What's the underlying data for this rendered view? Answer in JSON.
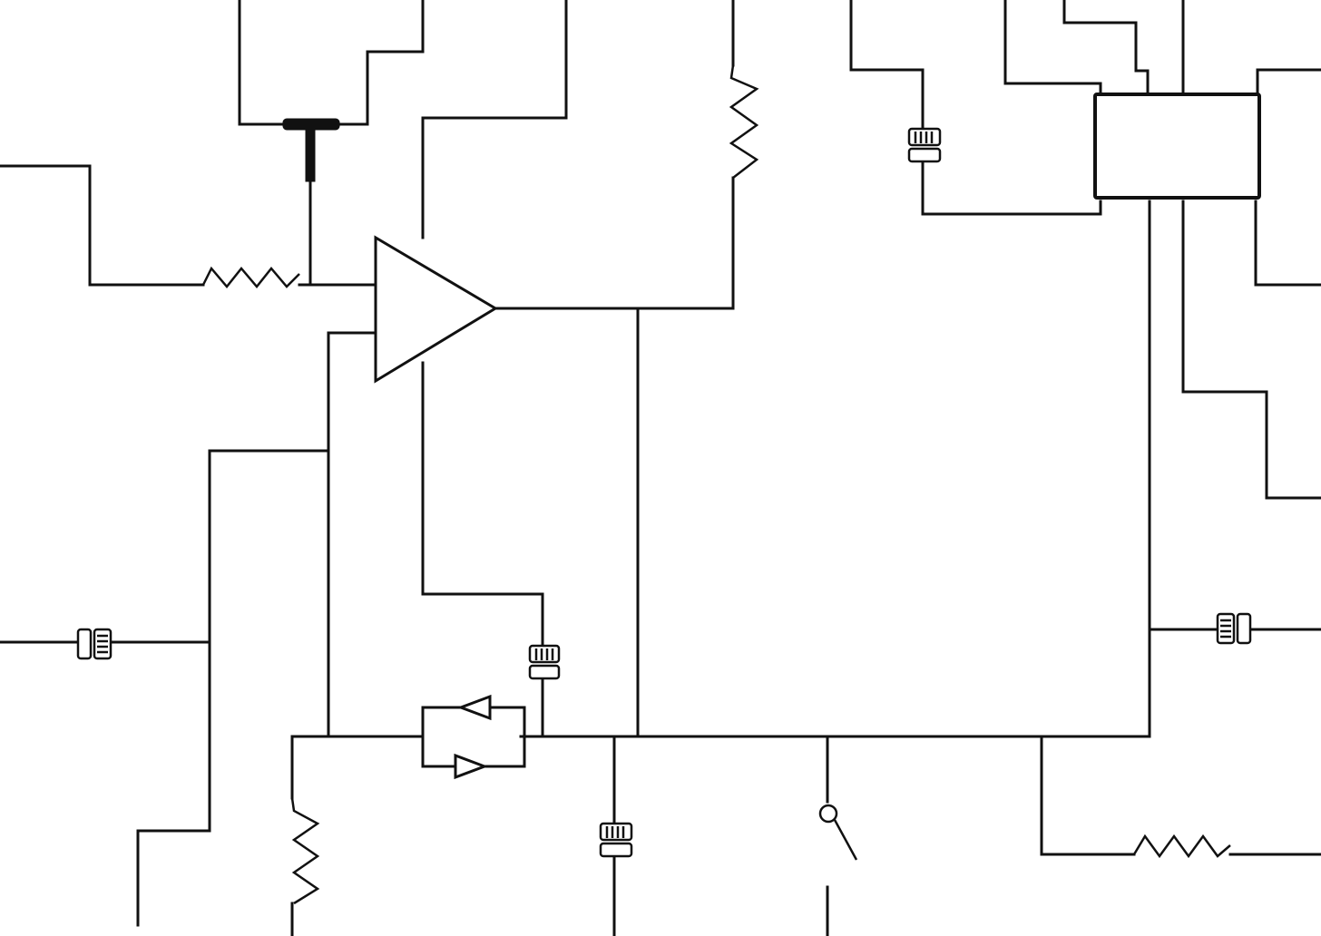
{
  "diagram": {
    "kind": "electronic circuit schematic",
    "style": "black line art on white, no text labels",
    "colors": {
      "background": "#ffffff",
      "ink": "#111111"
    },
    "components": {
      "op_amp": 1,
      "resistors": 4,
      "capacitors": 5,
      "diodes": 2,
      "switches": 1,
      "ic_blocks": 1,
      "tee_junctions": 1
    }
  }
}
